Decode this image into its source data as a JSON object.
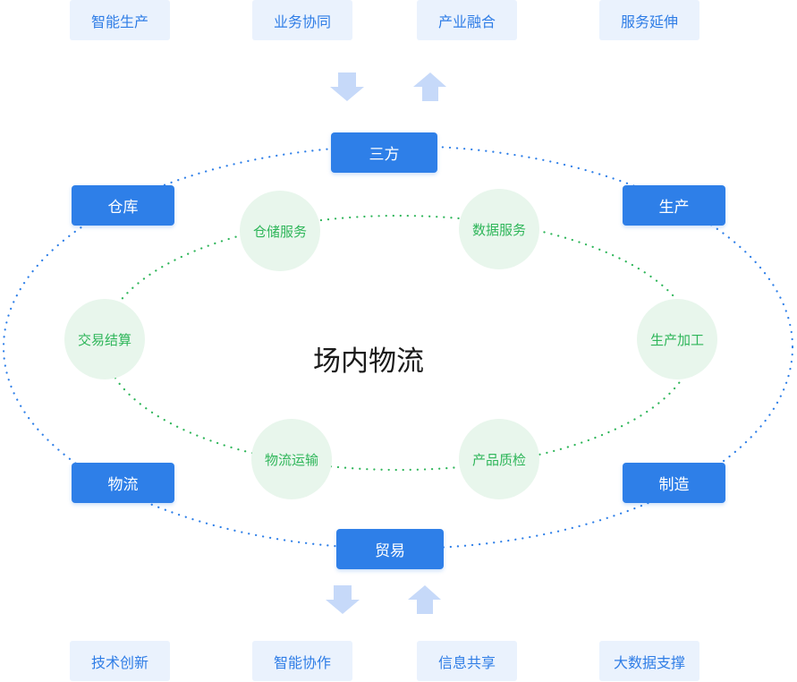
{
  "top_tags": [
    "智能生产",
    "业务协同",
    "产业融合",
    "服务延伸"
  ],
  "bottom_tags": [
    "技术创新",
    "智能协作",
    "信息共享",
    "大数据支撑"
  ],
  "nodes": {
    "sanfang": "三方",
    "cangku": "仓库",
    "shengchan": "生产",
    "wuliu": "物流",
    "zhizao": "制造",
    "maoyi": "贸易"
  },
  "services": {
    "cangchu": "仓储服务",
    "shuju": "数据服务",
    "jiaoyi": "交易结算",
    "jiagong": "生产加工",
    "yunshu": "物流运输",
    "zhijian": "产品质检"
  },
  "center_title": "场内物流",
  "colors": {
    "tag_bg": "#eaf2fd",
    "tag_text": "#2f7de6",
    "node_bg": "#2e7fe8",
    "circle_bg": "#e8f6ec",
    "circle_text": "#2fb65a",
    "arrow": "#c6d9f9",
    "outer_dots": "#2e7fe8",
    "inner_dots": "#2fb65a"
  }
}
